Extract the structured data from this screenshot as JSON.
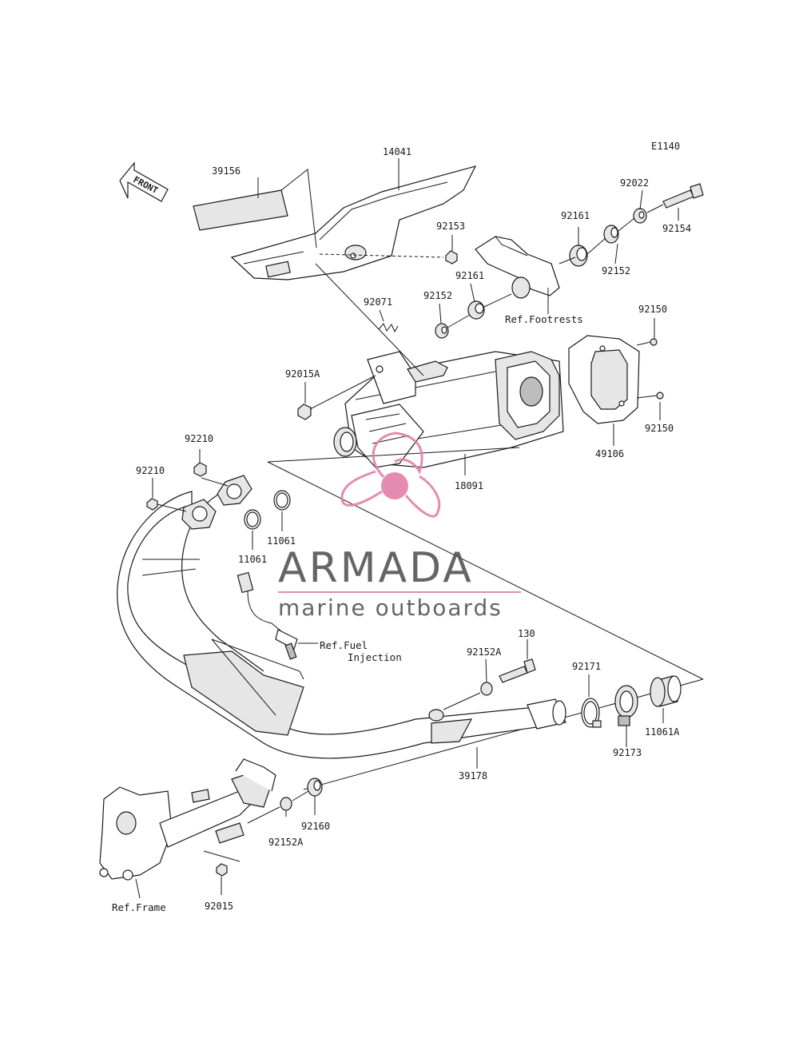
{
  "diagram_code": "E1140",
  "front_arrow_label": "FRONT",
  "part_numbers": {
    "p14041": "14041",
    "p39156": "39156",
    "p92022": "92022",
    "p92161_top": "92161",
    "p92154": "92154",
    "p92153": "92153",
    "p92152_right": "92152",
    "p92161_mid": "92161",
    "p92071": "92071",
    "p92152_mid": "92152",
    "p92150_top": "92150",
    "p92015A": "92015A",
    "p92150_bottom": "92150",
    "p49106": "49106",
    "p18091": "18091",
    "p92210_top": "92210",
    "p92210_left": "92210",
    "p11061_right": "11061",
    "p11061_left": "11061",
    "p130": "130",
    "p92152A_top": "92152A",
    "p92171": "92171",
    "p92173": "92173",
    "p11061A": "11061A",
    "p39178": "39178",
    "p92160": "92160",
    "p92152A_bottom": "92152A",
    "p92015": "92015"
  },
  "references": {
    "footrests": "Ref.Footrests",
    "fuel_line1": "Ref.Fuel",
    "fuel_line2": "Injection",
    "frame": "Ref.Frame"
  },
  "watermark": {
    "brand": "ARMADA",
    "tagline": "marine outboards",
    "color": "#e27fa8"
  }
}
